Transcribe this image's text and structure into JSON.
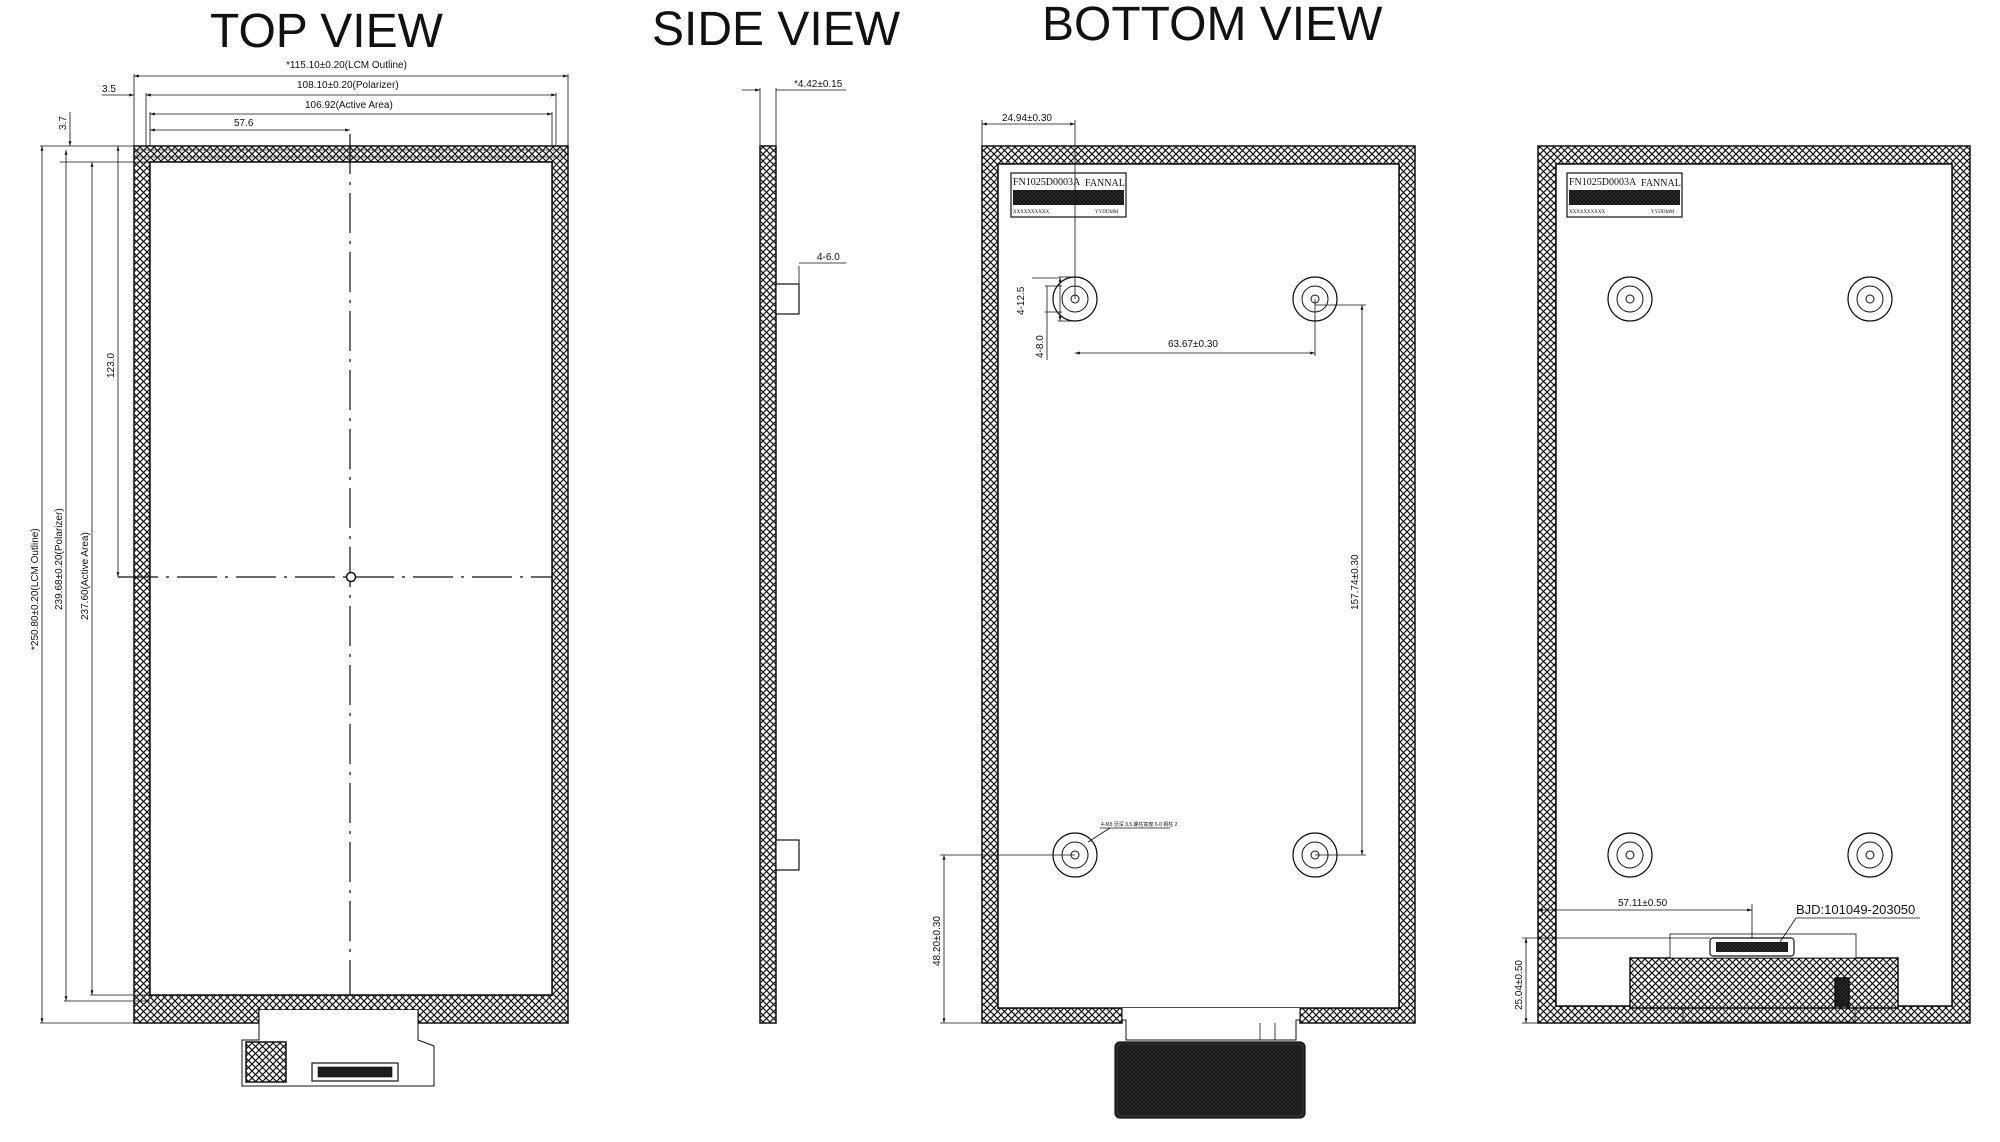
{
  "views": {
    "top": "TOP VIEW",
    "side": "SIDE VIEW",
    "bottom": "BOTTOM VIEW"
  },
  "top_view": {
    "lcm_outline_width": "*115.10±0.20(LCM Outline)",
    "polarizer_width": "108.10±0.20(Polarizer)",
    "active_area_width": "106.92(Active Area)",
    "center_x": "57.6",
    "offset_x": "3.5",
    "offset_y": "3.7",
    "center_y": "123.0",
    "lcm_outline_height": "*250.80±0.20(LCM Outline)",
    "polarizer_height": "239.68±0.20(Polarizer)",
    "active_area_height": "237.60(Active Area)"
  },
  "side_view": {
    "thickness": "*4.42±0.15",
    "boss_height": "4-6.0"
  },
  "bottom_view": {
    "hole_offset_x": "24.94±0.30",
    "hole_dia_outer": "4-12.5",
    "hole_dia_inner": "4-8.0",
    "hole_spacing_x": "63.67±0.30",
    "hole_spacing_y": "157.74±0.30",
    "hole_offset_y": "48.20±0.30",
    "hole_note": "4-M3 牙深 3.5 螺柱高度 6.0 铜柱 2",
    "label_model": "FN1025D0003A",
    "label_brand": "FANNAL",
    "label_serial": "XXXXXXXXXX",
    "label_code": "YYDDMM"
  },
  "bottom_view_2": {
    "conn_offset_x": "57.11±0.50",
    "conn_offset_y": "25.04±0.50",
    "connector_part": "BJD:101049-203050",
    "label_model": "FN1025D0003A",
    "label_brand": "FANNAL",
    "label_serial": "XXXXXXXXXX",
    "label_code": "YYDDMM"
  }
}
